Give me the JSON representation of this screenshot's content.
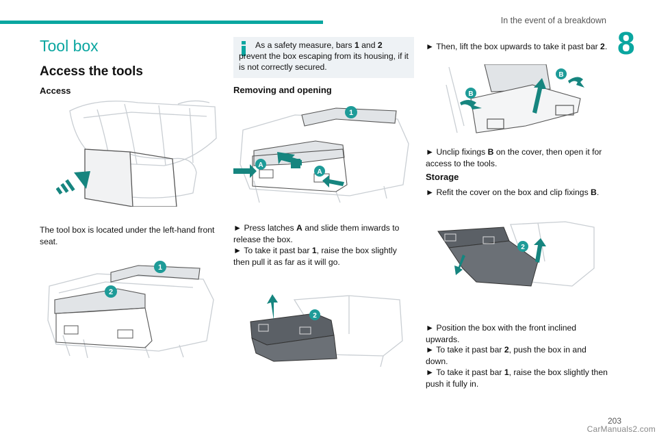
{
  "header": {
    "section": "In the event of a breakdown",
    "chapter": "8"
  },
  "page": {
    "title": "Tool box",
    "subtitle": "Access the tools",
    "number": "203",
    "watermark": "CarManuals2.com"
  },
  "col1": {
    "access_heading": "Access",
    "access_text": "The tool box is located under the left-hand front seat.",
    "label_1": "1",
    "label_2": "2"
  },
  "col2": {
    "note_text_a": "As a safety measure, bars ",
    "note_b1": "1",
    "note_text_b": " and ",
    "note_b2": "2",
    "note_text_c": " prevent the box escaping from its housing, if it is not correctly secured.",
    "removing_heading": "Removing and opening",
    "label_1": "1",
    "label_A": "A",
    "label_2": "2",
    "step1_a": "► Press latches ",
    "step1_b": "A",
    "step1_c": " and slide them inwards to release the box.",
    "step2_a": "► To take it past bar ",
    "step2_b": "1",
    "step2_c": ", raise the box slightly then pull it as far as it will go."
  },
  "col3": {
    "step3_a": "► Then, lift the box upwards to take it past bar ",
    "step3_b": "2",
    "step3_c": ".",
    "label_B": "B",
    "step4_a": "► Unclip fixings ",
    "step4_b": "B",
    "step4_c": " on the cover, then open it for access to the tools.",
    "storage_heading": "Storage",
    "step5_a": "► Refit the cover on the box and clip fixings ",
    "step5_b": "B",
    "step5_c": ".",
    "label_2": "2",
    "step6": "► Position the box with the front inclined upwards.",
    "step7_a": "► To take it past bar ",
    "step7_b": "2",
    "step7_c": ", push the box in and down.",
    "step8_a": "► To take it past bar ",
    "step8_b": "1",
    "step8_c": ", raise the box slightly then push it fully in."
  },
  "colors": {
    "accent": "#0aa6a0",
    "note_bg": "#eef2f5",
    "callout": "#1e9b98",
    "arrow": "#16857f"
  }
}
